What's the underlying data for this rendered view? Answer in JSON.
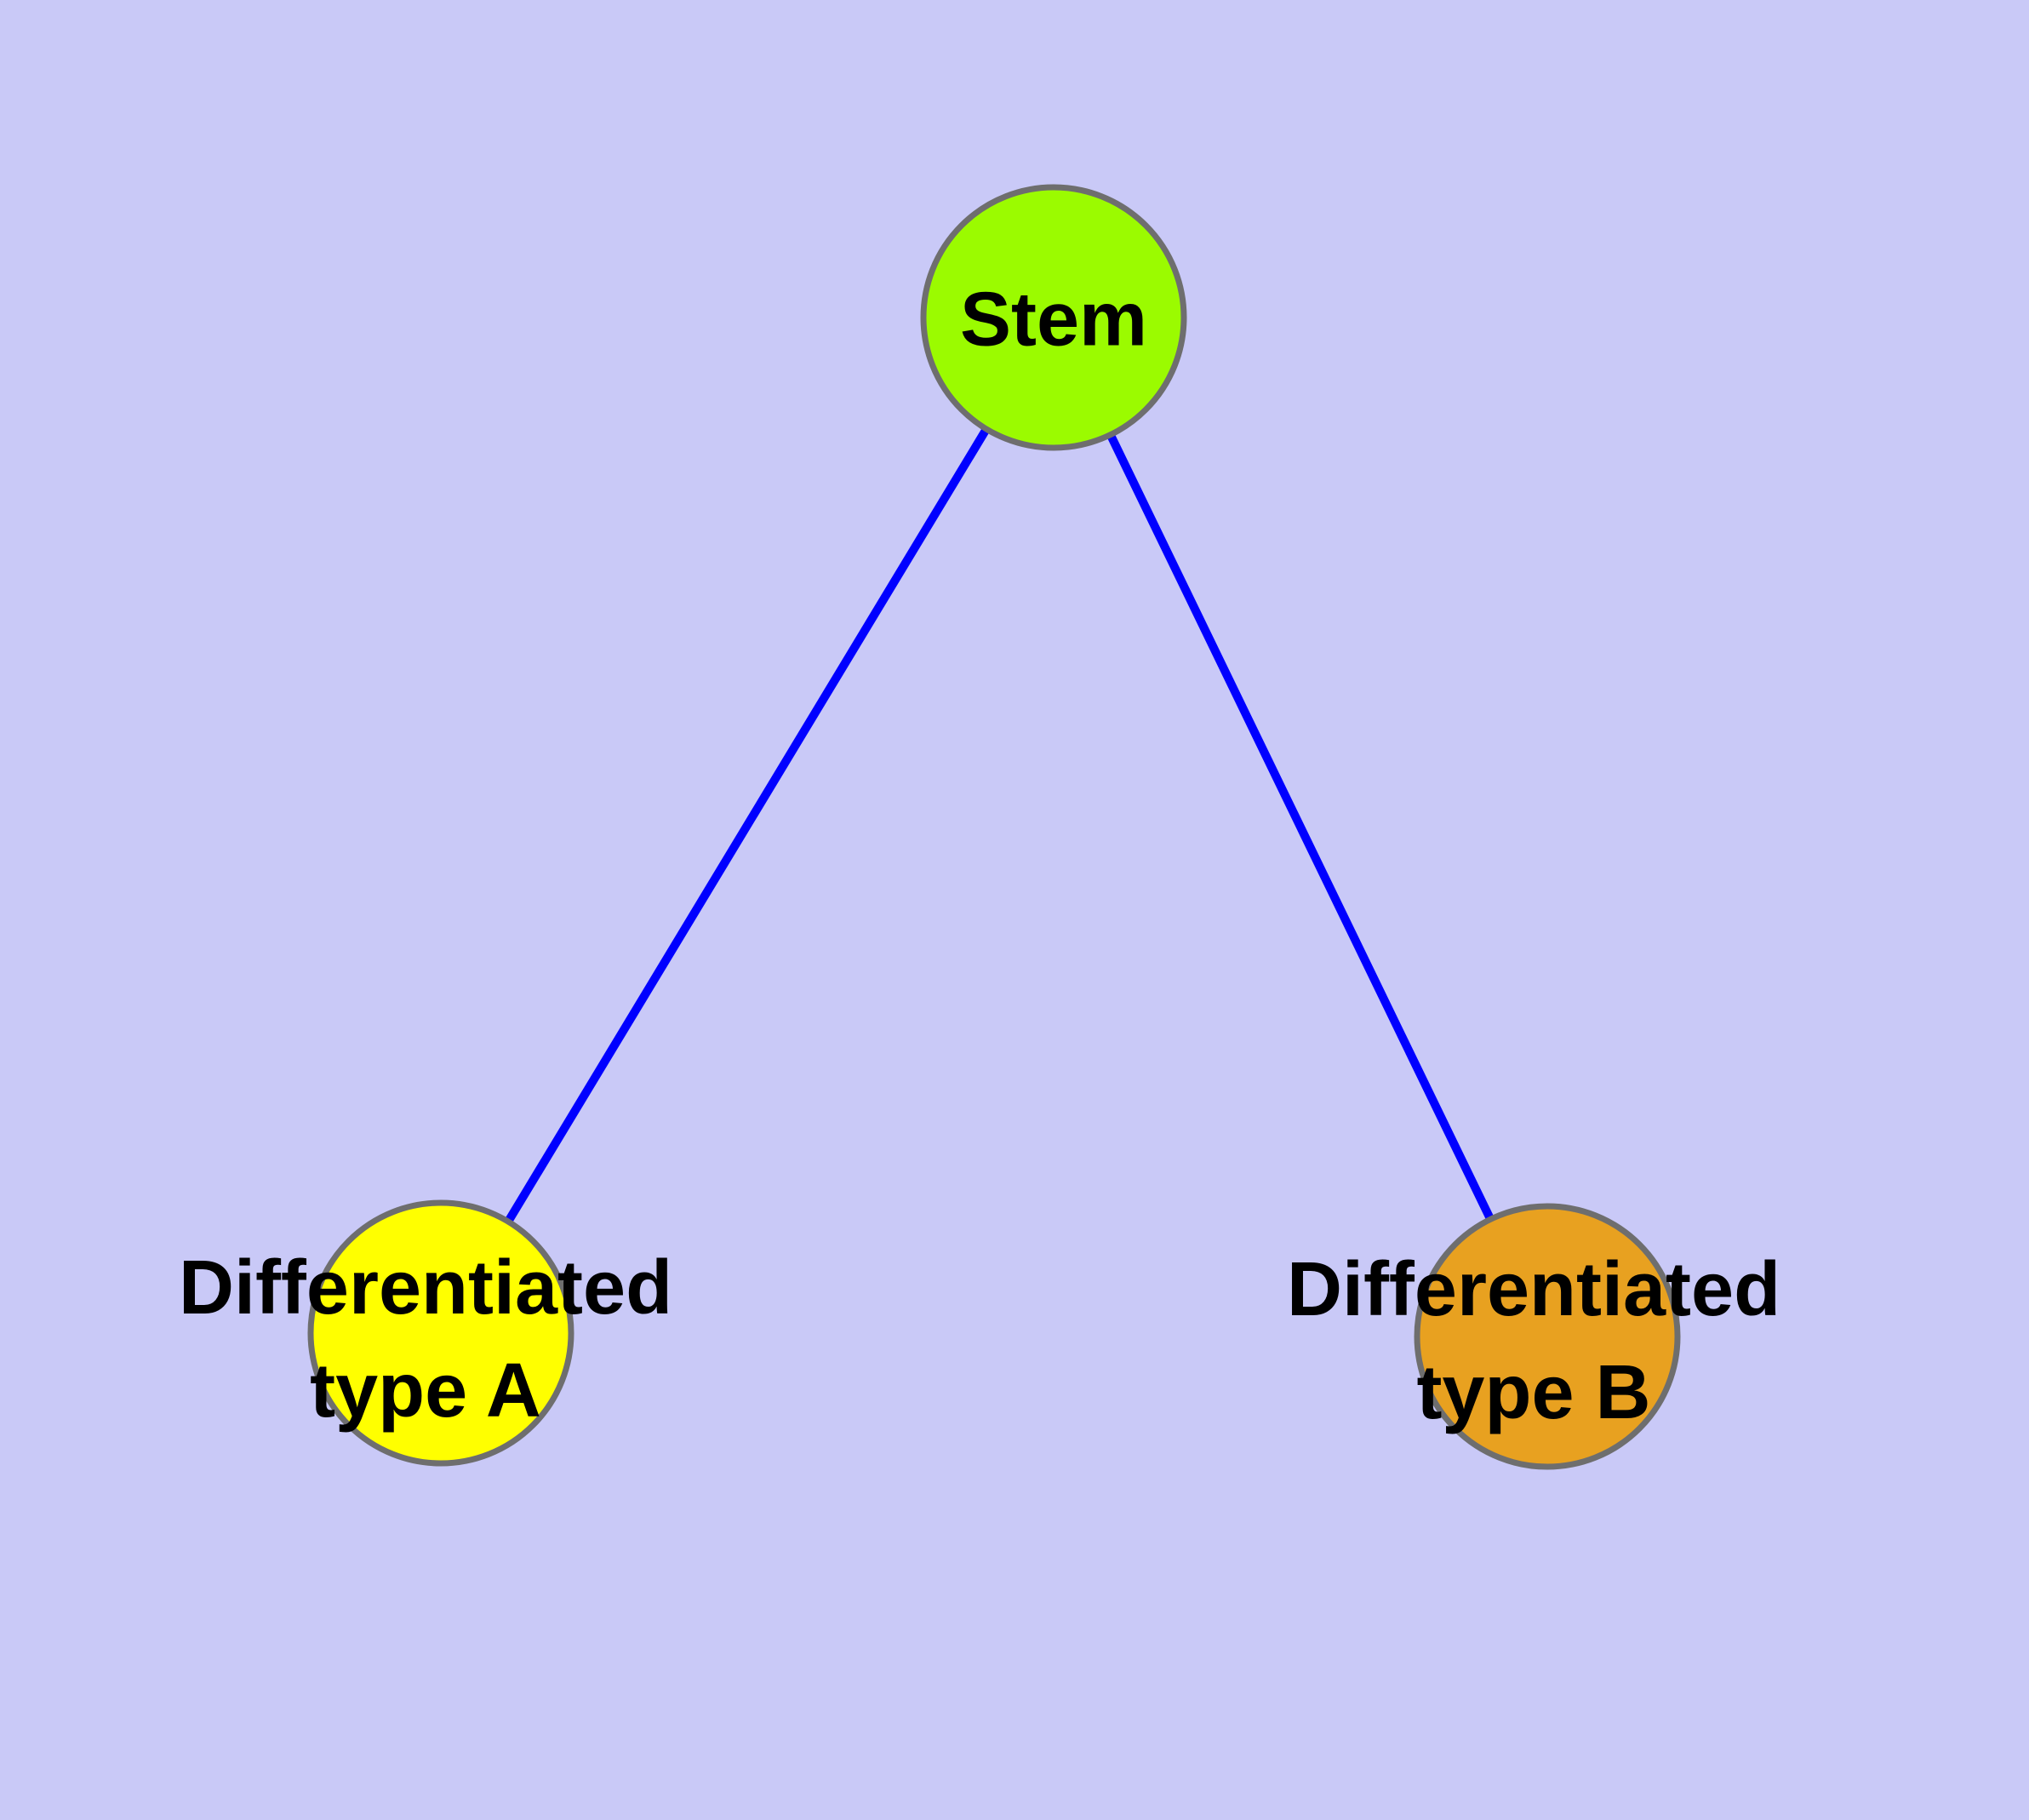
{
  "canvas": {
    "background": "#C9C9F7"
  },
  "diagram": {
    "type": "node-link-graph",
    "node_border_color": "#6E6E6E",
    "text_color": "#000000",
    "nodes": [
      {
        "id": "stem",
        "label": "Stem",
        "fill": "#9BFB00"
      },
      {
        "id": "differentiated-type-a",
        "label_line1": "Differentiated",
        "label_line2": "type A",
        "fill": "#FFFF00"
      },
      {
        "id": "differentiated-type-b",
        "label_line1": "Differentiated",
        "label_line2": "type B",
        "fill": "#E8A120"
      }
    ],
    "edges": [
      {
        "from": "stem",
        "to": "differentiated-type-a",
        "color": "#0000FF"
      },
      {
        "from": "stem",
        "to": "differentiated-type-b",
        "color": "#0000FF"
      }
    ]
  }
}
